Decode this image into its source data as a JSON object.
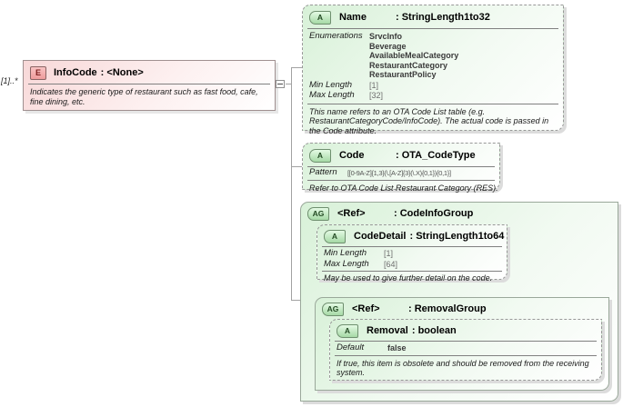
{
  "colors": {
    "element_fill": "#f8d8d8",
    "element_icon_fill": "#ee9b9b",
    "attribute_fill": "#d8f1d8",
    "icon_fill": "#a6d9a6",
    "border_gray": "#989898",
    "shadow": "#dcdcdc"
  },
  "icons": {
    "element": "E",
    "attribute": "A",
    "attribute_group": "AG"
  },
  "element": {
    "cardinality": "[1]..*",
    "name": "InfoCode",
    "type": ": <None>",
    "annotation": "Indicates the generic type of restaurant such as fast food, cafe, fine dining, etc."
  },
  "attrs": {
    "name": {
      "label": "Name",
      "type": ": StringLength1to32",
      "facets": {
        "enumerations_label": "Enumerations",
        "enumerations": [
          "SrvcInfo",
          "Beverage",
          "AvailableMealCategory",
          "RestaurantCategory",
          "RestaurantPolicy"
        ],
        "min_length_label": "Min Length",
        "min_length": "[1]",
        "max_length_label": "Max Length",
        "max_length": "[32]"
      },
      "note": "This name refers to an OTA Code List table (e.g. RestaurantCategoryCode/InfoCode). The actual code is passed in the Code attribute."
    },
    "code": {
      "label": "Code",
      "type": ": OTA_CodeType",
      "facets": {
        "pattern_label": "Pattern",
        "pattern": "[[0-9A-Z]{1,3}(\\.[A-Z]{3}(\\.X){0,1}){0,1}]"
      },
      "note": "Refer to OTA Code List Restaurant Category (RES)."
    }
  },
  "groups": {
    "code_info": {
      "label": "<Ref>",
      "type": ": CodeInfoGroup",
      "children": {
        "code_detail": {
          "label": "CodeDetail",
          "type": ": StringLength1to64",
          "facets": {
            "min_length_label": "Min Length",
            "min_length": "[1]",
            "max_length_label": "Max Length",
            "max_length": "[64]"
          },
          "note": "May be used to give further detail on the code."
        },
        "removal_group": {
          "label": "<Ref>",
          "type": ": RemovalGroup",
          "children": {
            "removal": {
              "label": "Removal",
              "type": ": boolean",
              "facets": {
                "default_label": "Default",
                "default": "false"
              },
              "note": "If true, this item is obsolete and should be removed from the receiving system."
            }
          }
        }
      }
    }
  }
}
